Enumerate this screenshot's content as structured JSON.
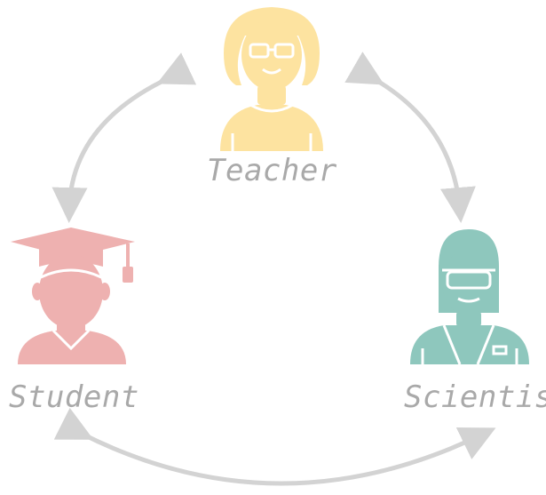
{
  "roles": {
    "teacher": {
      "label": "Teacher",
      "color": "#fde3a0"
    },
    "student": {
      "label": "Student",
      "color": "#eeb1b0"
    },
    "scientist": {
      "label": "Scientist",
      "color": "#8ec7bd"
    }
  },
  "arrow_color": "#d3d3d3",
  "label_color": "#a9a9a9"
}
